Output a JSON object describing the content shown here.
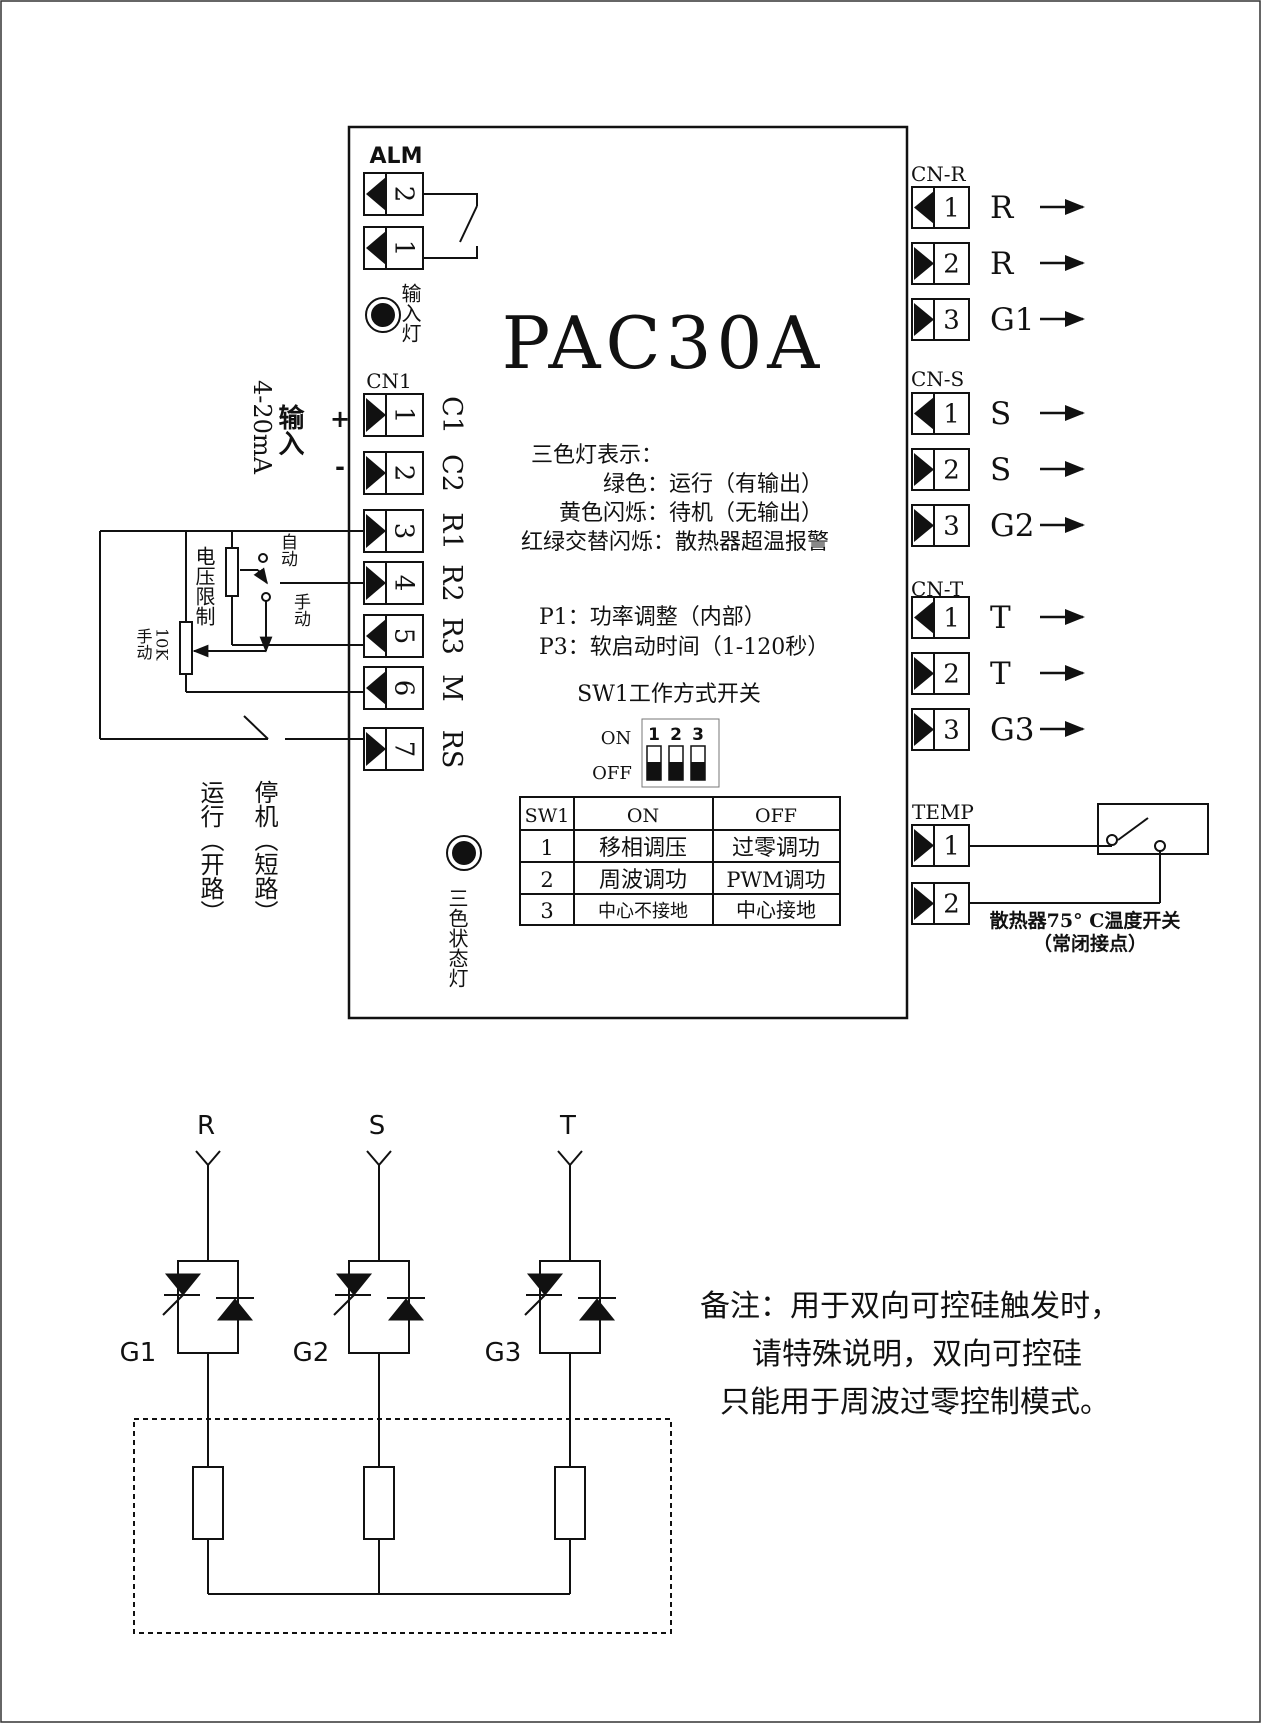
{
  "device": {
    "model": "PAC30A",
    "alm_label": "ALM",
    "alm_pins": [
      "2",
      "1"
    ],
    "input_lamp_label": "输入灯",
    "status_lamp_label": "三色状态灯",
    "led_legend": {
      "title": "三色灯表示：",
      "lines": [
        "绿色：运行（有输出）",
        "黄色闪烁：待机（无输出）",
        "红绿交替闪烁：散热器超温报警"
      ]
    },
    "pots": [
      "P1：功率调整（内部）",
      "P3：软启动时间（1-120秒）"
    ],
    "sw_title": "SW1工作方式开关",
    "sw_graphic": {
      "on": "ON",
      "off": "OFF",
      "numbers": [
        "1",
        "2",
        "3"
      ]
    },
    "sw_table": {
      "headers": [
        "SW1",
        "ON",
        "OFF"
      ],
      "rows": [
        [
          "1",
          "移相调压",
          "过零调功"
        ],
        [
          "2",
          "周波调功",
          "PWM调功"
        ],
        [
          "3",
          "中心不接地",
          "中心接地"
        ]
      ]
    }
  },
  "cn1": {
    "label": "CN1",
    "pins": [
      "1",
      "2",
      "3",
      "4",
      "5",
      "6",
      "7"
    ],
    "signals": [
      "C1",
      "C2",
      "R1",
      "R2",
      "R3",
      "M",
      "RS"
    ],
    "plus": "+",
    "minus": "-",
    "input_label": "输入",
    "input_range": "4-20mA",
    "auto_label": "自动",
    "manual_label": "手动",
    "voltage_limit_label": "电压限制",
    "pot_value": "10K",
    "pot_manual": "手动",
    "stop_label": "停机（短路）",
    "run_label": "运行（开路）"
  },
  "outputs": [
    {
      "label": "CN-R",
      "pins": [
        "1",
        "2",
        "3"
      ],
      "signals": [
        "R",
        "R",
        "G1"
      ]
    },
    {
      "label": "CN-S",
      "pins": [
        "1",
        "2",
        "3"
      ],
      "signals": [
        "S",
        "S",
        "G2"
      ]
    },
    {
      "label": "CN-T",
      "pins": [
        "1",
        "2",
        "3"
      ],
      "signals": [
        "T",
        "T",
        "G3"
      ]
    }
  ],
  "temp": {
    "label": "TEMP",
    "pins": [
      "1",
      "2"
    ],
    "caption1": "散热器75° C温度开关",
    "caption2": "（常闭接点）"
  },
  "circuit": {
    "phases": [
      "R",
      "S",
      "T"
    ],
    "gates": [
      "G1",
      "G2",
      "G3"
    ]
  },
  "note": {
    "lines": [
      "备注：用于双向可控硅触发时，",
      "请特殊说明，双向可控硅",
      "只能用于周波过零控制模式。"
    ]
  }
}
